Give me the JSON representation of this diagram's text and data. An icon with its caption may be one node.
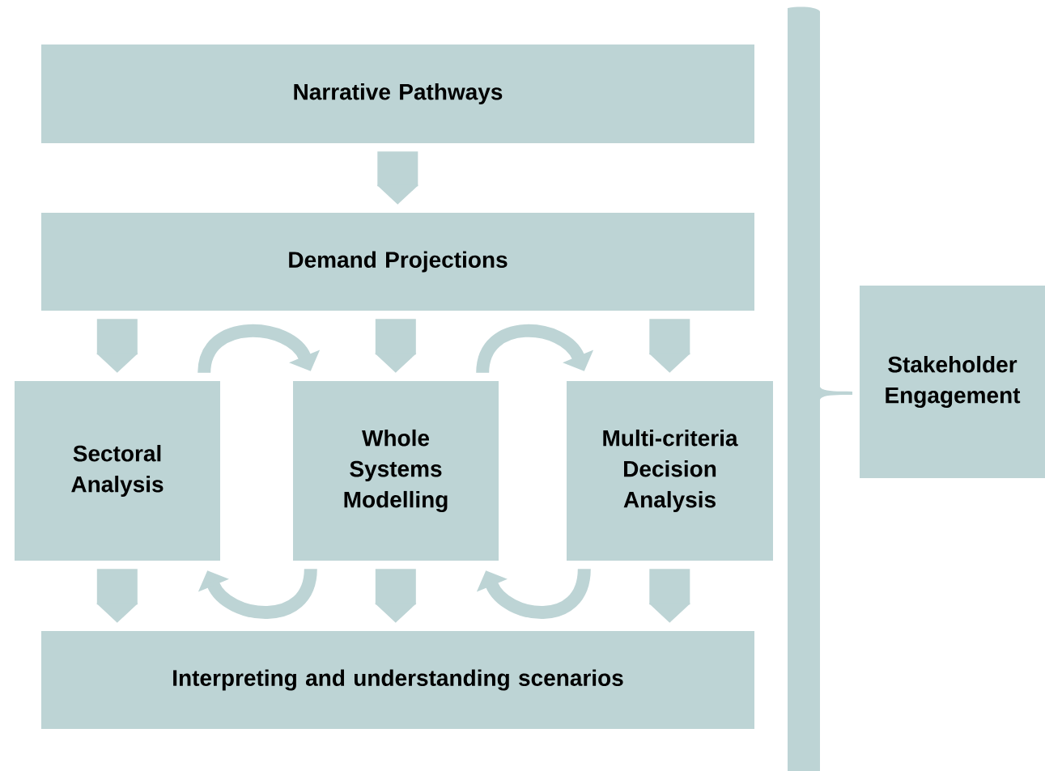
{
  "diagram": {
    "nodes": [
      {
        "text": [
          "Narrative Pathways"
        ]
      },
      {
        "text": [
          "Demand Projections"
        ]
      },
      {
        "text": [
          "Sectoral Analysis"
        ]
      },
      {
        "text": [
          "Whole Systems Modelling"
        ]
      },
      {
        "text": [
          "Multi-criteria Decision Analysis"
        ]
      },
      {
        "text": [
          "Interpreting and understanding scenarios"
        ]
      },
      {
        "text": [
          "Stakeholder Engagement"
        ]
      }
    ],
    "edges": [
      {
        "from": 0,
        "to": 1,
        "arrow": "to"
      },
      {
        "from": 1,
        "to": 2,
        "arrow": "to"
      },
      {
        "from": 1,
        "to": 3,
        "arrow": "to"
      },
      {
        "from": 1,
        "to": 4,
        "arrow": "to"
      },
      {
        "from": 2,
        "to": 3,
        "arrow": "to"
      },
      {
        "from": 3,
        "to": 4,
        "arrow": "to"
      },
      {
        "from": 3,
        "to": 2,
        "arrow": "to"
      },
      {
        "from": 4,
        "to": 3,
        "arrow": "to"
      },
      {
        "from": 2,
        "to": 5,
        "arrow": "to"
      },
      {
        "from": 3,
        "to": 5,
        "arrow": "to"
      },
      {
        "from": 4,
        "to": 5,
        "arrow": "to"
      }
    ]
  }
}
